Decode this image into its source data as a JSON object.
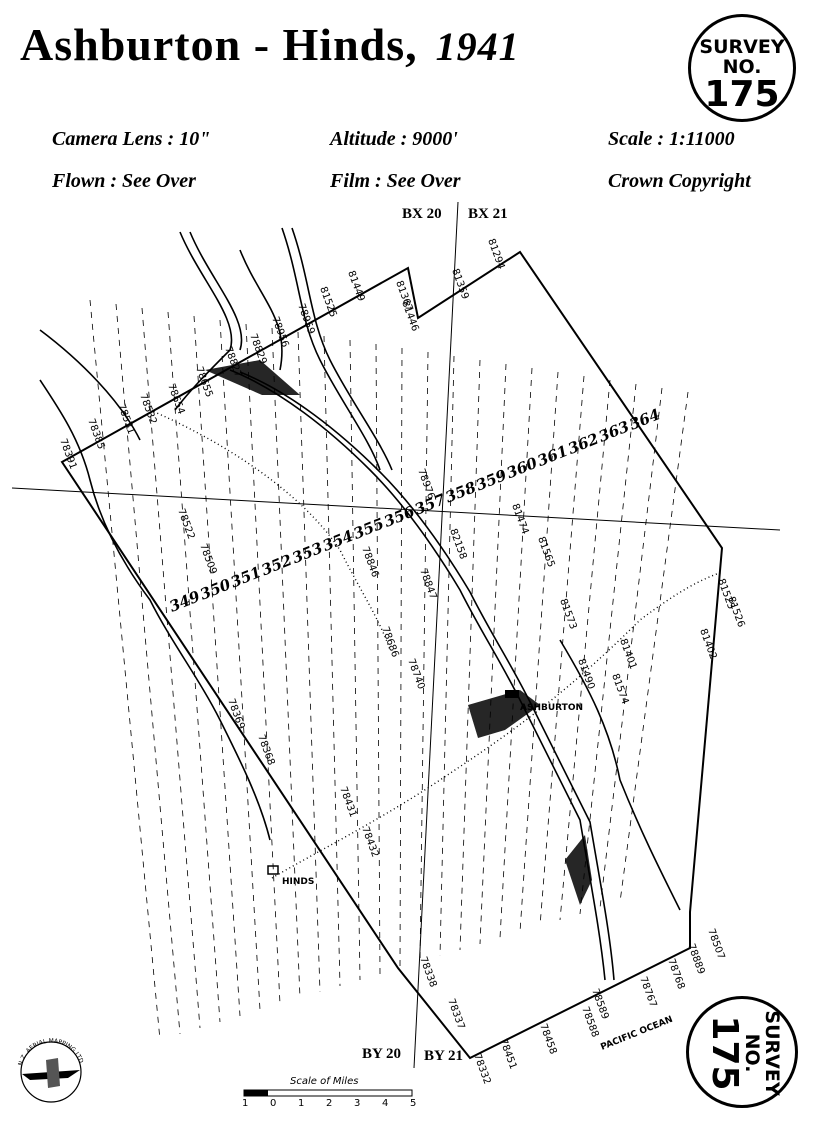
{
  "header": {
    "title": "Ashburton - Hinds,",
    "year": "1941",
    "survey_badge": {
      "line1": "SURVEY",
      "line2": "NO.",
      "number": "175"
    }
  },
  "details": {
    "camera_lens": "Camera Lens : 10\"",
    "altitude": "Altitude : 9000'",
    "scale": "Scale : 1:11000",
    "flown": "Flown : See Over",
    "film": "Film : See Over",
    "copyright": "Crown Copyright"
  },
  "map": {
    "axis_labels": {
      "bx20": "BX 20",
      "bx21": "BX 21",
      "by20": "BY 20",
      "by21": "BY 21"
    },
    "places": {
      "ashburton": "ASHBURTON",
      "hinds": "HINDS",
      "ocean": "PACIFIC OCEAN"
    },
    "strip_numbers": [
      "349",
      "350",
      "351",
      "352",
      "353",
      "354",
      "355",
      "356",
      "357",
      "358",
      "359",
      "360",
      "361",
      "362",
      "363",
      "364"
    ],
    "photo_labels": [
      "78391",
      "78385",
      "78531",
      "78532",
      "78654",
      "78655",
      "78827",
      "78829",
      "78956",
      "78959",
      "81525",
      "81449",
      "81367",
      "81446",
      "81359",
      "81294",
      "78976",
      "78522",
      "78509",
      "78846",
      "78847",
      "82158",
      "81474",
      "81565",
      "78686",
      "78740",
      "78369",
      "78368",
      "78431",
      "78432",
      "81573",
      "81401",
      "81490",
      "81574",
      "81402",
      "81526",
      "81525",
      "78338",
      "78337",
      "78588",
      "78589",
      "78458",
      "78451",
      "78332",
      "78767",
      "78768",
      "78889",
      "78507"
    ],
    "scale_bar": {
      "label": "Scale of Miles",
      "ticks": [
        "1",
        "0",
        "1",
        "2",
        "3",
        "4",
        "5"
      ]
    }
  },
  "logo": {
    "text": "N.Z. AERIAL MAPPING LTD."
  }
}
